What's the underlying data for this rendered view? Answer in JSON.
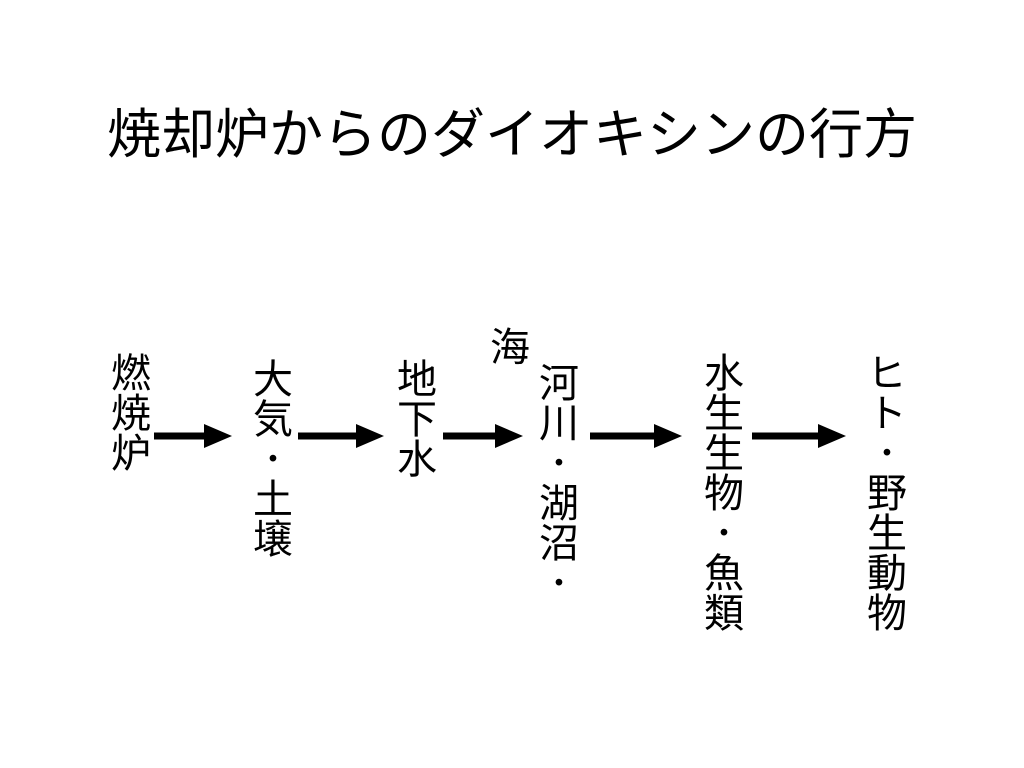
{
  "title": "焼却炉からのダイオキシンの行方",
  "nodes": {
    "incinerator": "燃焼炉",
    "air_soil": "大気･土壌",
    "groundwater": "地下水",
    "sea": "海",
    "rivers_lakes": "河川･湖沼･",
    "aquatic_life": "水生生物･魚類",
    "human_wildlife": "ヒト･野生動物"
  },
  "colors": {
    "text": "#000000",
    "arrow": "#000000",
    "background": "#ffffff"
  }
}
